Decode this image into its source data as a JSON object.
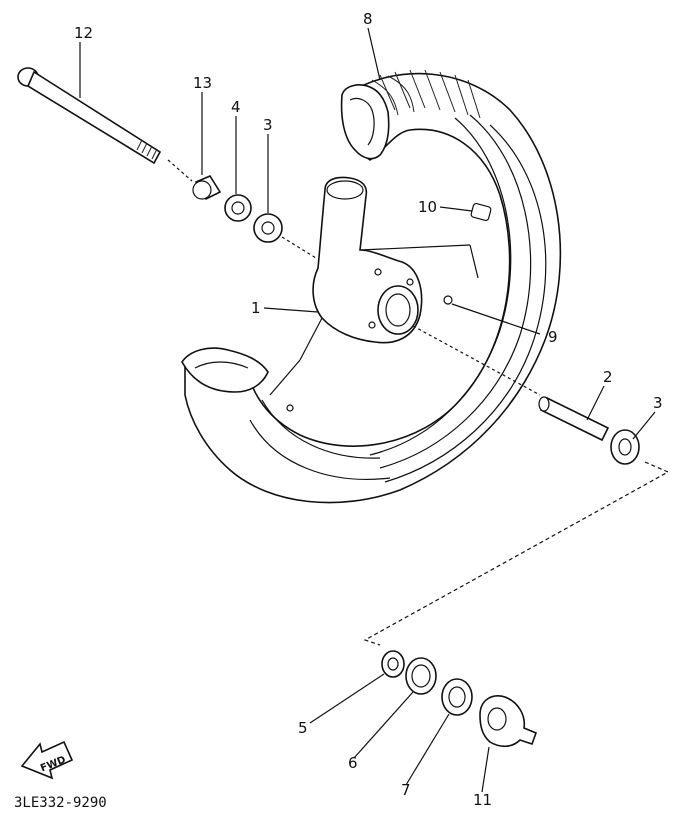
{
  "diagram_code": "3LE332-9290",
  "forward_label": "FWD",
  "callouts": {
    "c1": "1",
    "c2": "2",
    "c3a": "3",
    "c3b": "3",
    "c4": "4",
    "c5": "5",
    "c6": "6",
    "c7": "7",
    "c8": "8",
    "c9": "9",
    "c10": "10",
    "c11": "11",
    "c12": "12",
    "c13": "13"
  }
}
